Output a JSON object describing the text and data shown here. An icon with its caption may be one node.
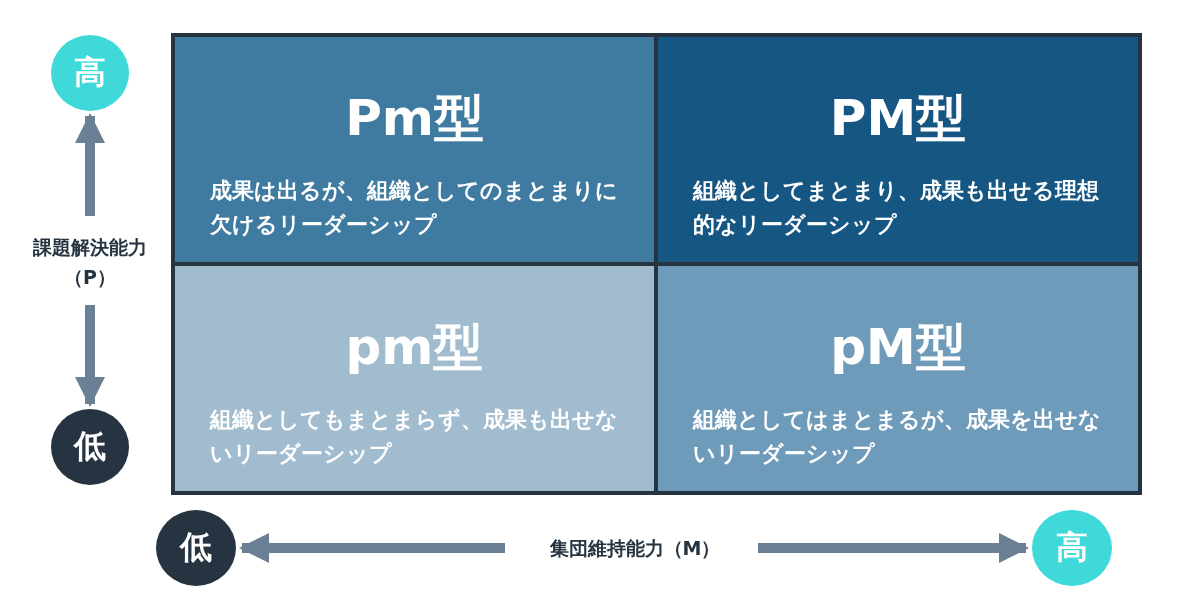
{
  "diagram": {
    "nodes": [
      {
        "text": [
          "Pm型",
          "成果は出るが、組織としてのまとまりに欠けるリーダーシップ"
        ]
      },
      {
        "text": [
          "PM型",
          "組織としてまとまり、成果も出せる理想的なリーダーシップ"
        ]
      },
      {
        "text": [
          "pm型",
          "組織としてもまとまらず、成果も出せないリーダーシップ"
        ]
      },
      {
        "text": [
          "pM型",
          "組織としてはまとまるが、成果を出せないリーダーシップ"
        ]
      },
      {
        "text": [
          "高"
        ]
      },
      {
        "text": [
          "課題解決能力（P）"
        ]
      },
      {
        "text": [
          "低"
        ]
      },
      {
        "text": [
          "低"
        ]
      },
      {
        "text": [
          "集団維持能力（M）"
        ]
      },
      {
        "text": [
          "高"
        ]
      }
    ],
    "edges": [
      {
        "from": 5,
        "to": 4,
        "arrow": "to"
      },
      {
        "from": 5,
        "to": 6,
        "arrow": "to"
      },
      {
        "from": 8,
        "to": 7,
        "arrow": "to"
      },
      {
        "from": 8,
        "to": 9,
        "arrow": "to"
      }
    ]
  }
}
